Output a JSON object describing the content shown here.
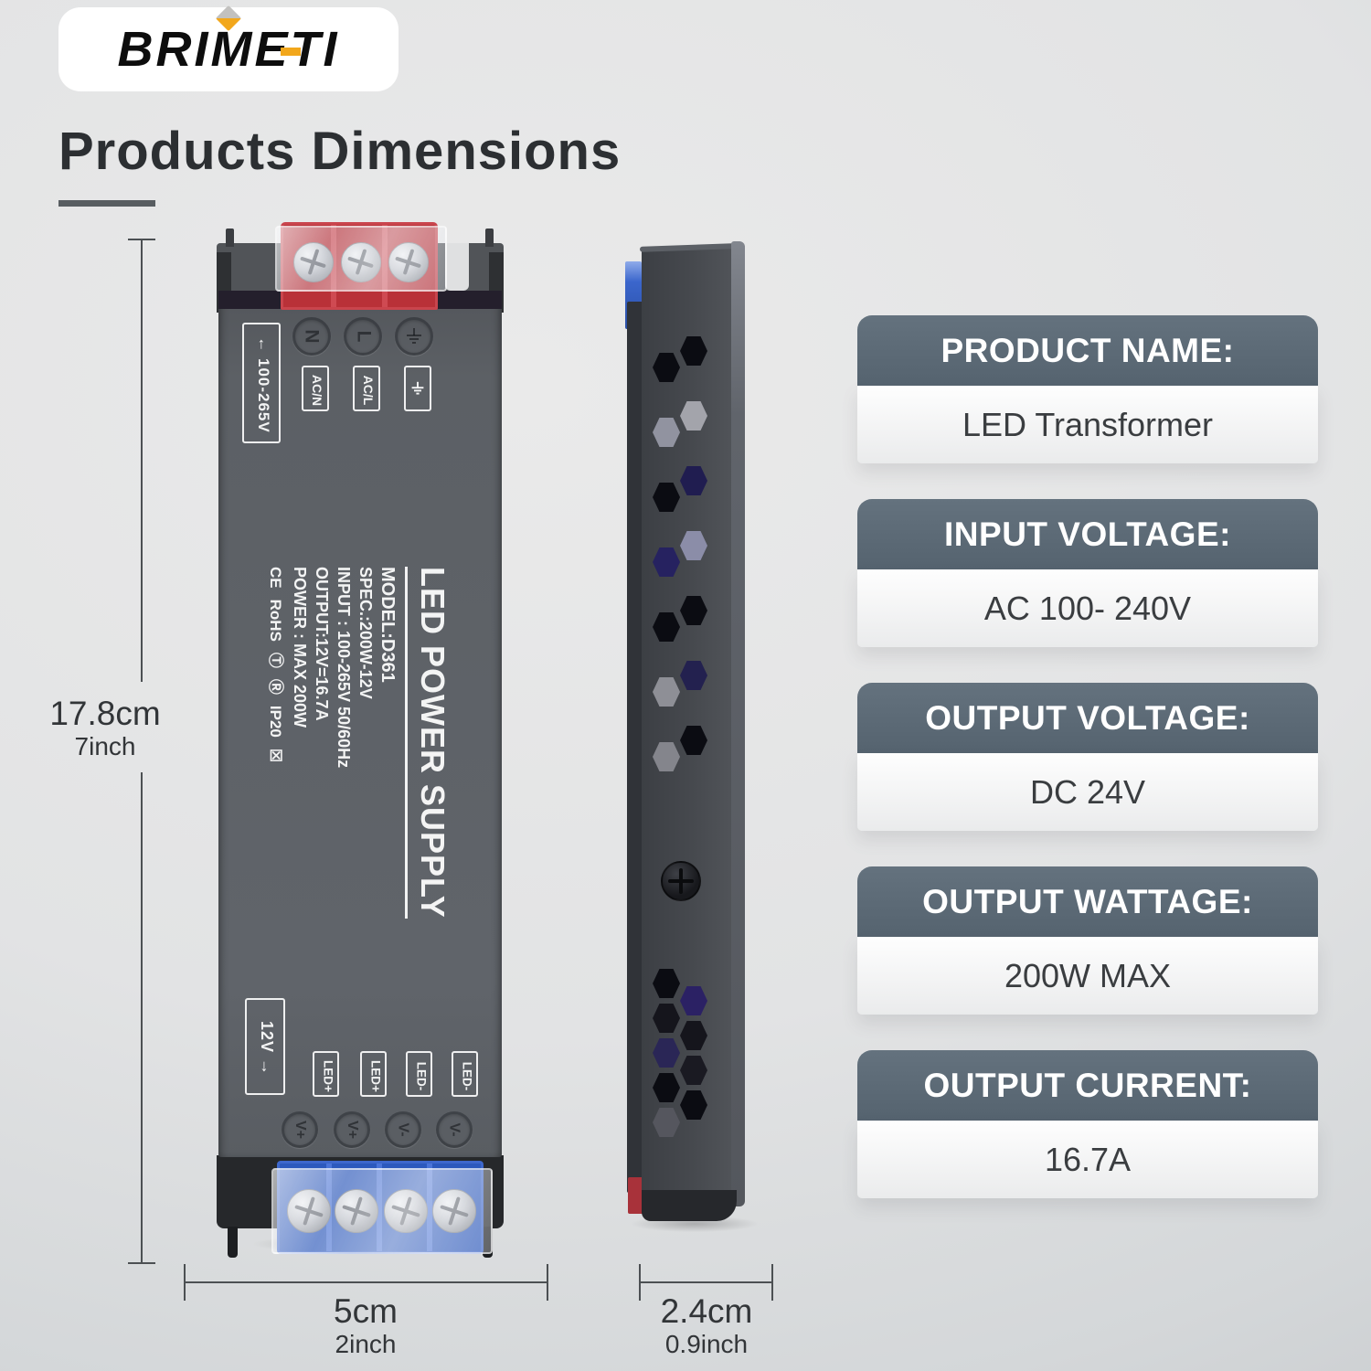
{
  "brand": {
    "logo_text": "BRIMETI"
  },
  "page": {
    "title": "Products Dimensions"
  },
  "dimensions": {
    "height": {
      "cm": "17.8cm",
      "inch": "7inch"
    },
    "width": {
      "cm": "5cm",
      "inch": "2inch"
    },
    "depth": {
      "cm": "2.4cm",
      "inch": "0.9inch"
    }
  },
  "device": {
    "input_range": "← 100-265V",
    "terminals_top": [
      "N",
      "L"
    ],
    "ac_labels": [
      "AC/N",
      "AC/L"
    ],
    "label": {
      "title": "LED POWER SUPPLY",
      "model": "MODEL:D361",
      "spec": "SPEC.:200W-12V",
      "input": "INPUT : 100-265V 50/60Hz",
      "output": "OUTPUT:12V=16.7A",
      "power": "POWER : MAX 200W",
      "cert_ce": "CE",
      "cert_rohs": "RoHS",
      "cert_icon1": "Ⓣ",
      "cert_icon2": "Ⓡ",
      "cert_ip": "IP20",
      "cert_icon3": "☒"
    },
    "output_label": "12V →",
    "led_labels": [
      "LED+",
      "LED+",
      "LED-",
      "LED-"
    ],
    "v_labels": [
      "V+",
      "V+",
      "V-",
      "V-"
    ]
  },
  "specs": [
    {
      "label": "PRODUCT NAME:",
      "value": "LED Transformer"
    },
    {
      "label": "INPUT VOLTAGE:",
      "value": "AC 100- 240V"
    },
    {
      "label": "OUTPUT VOLTAGE:",
      "value": "DC 24V"
    },
    {
      "label": "OUTPUT WATTAGE:",
      "value": "200W MAX"
    },
    {
      "label": "OUTPUT CURRENT:",
      "value": "16.7A"
    }
  ],
  "colors": {
    "accent_orange": "#f2a71b",
    "spec_header": "#5b6a76",
    "terminal_red": "#b93138",
    "terminal_blue": "#2c59bd"
  }
}
